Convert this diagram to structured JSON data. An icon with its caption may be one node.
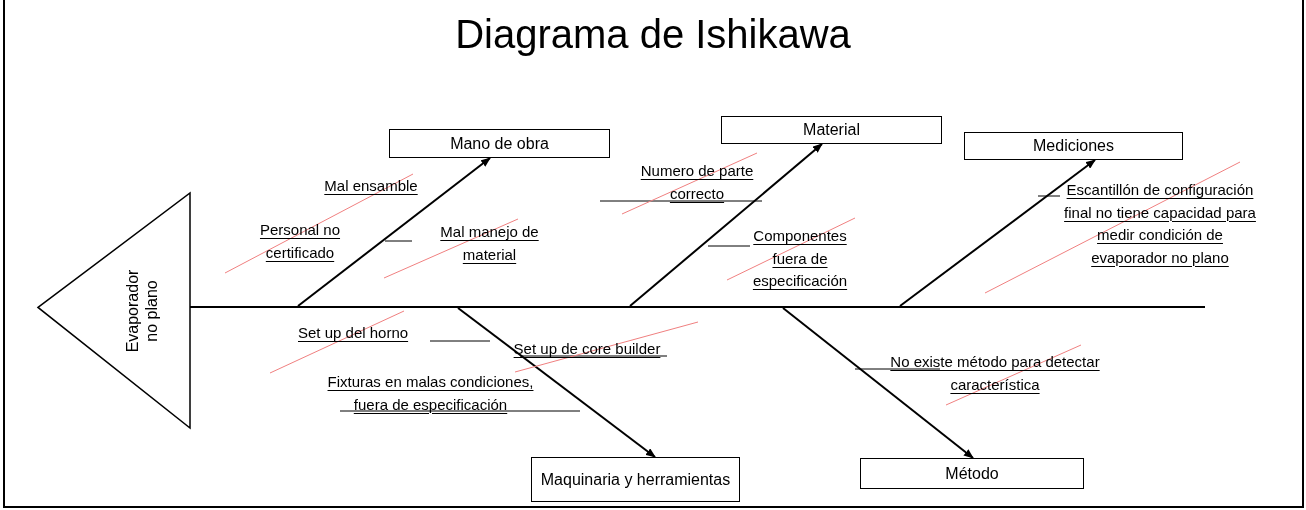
{
  "diagram": {
    "title": "Diagrama de Ishikawa",
    "nodes": [
      {
        "text": [
          "Evaporador no plano"
        ]
      },
      {
        "text": [
          "Mano de obra"
        ]
      },
      {
        "text": [
          "Material"
        ]
      },
      {
        "text": [
          "Mediciones"
        ]
      },
      {
        "text": [
          "Maquinaria y herramientas"
        ]
      },
      {
        "text": [
          "Método"
        ]
      }
    ],
    "edges": [
      {
        "from": 0,
        "to": null,
        "arrow": "none"
      },
      {
        "from": null,
        "to": 1,
        "arrow": "to"
      },
      {
        "from": null,
        "to": 2,
        "arrow": "to"
      },
      {
        "from": null,
        "to": 3,
        "arrow": "to"
      },
      {
        "from": null,
        "to": 4,
        "arrow": "to"
      },
      {
        "from": null,
        "to": 5,
        "arrow": "to"
      }
    ],
    "labels": [
      "Mal ensamble",
      "Numero de parte correcto",
      "Escantillón de configuración final no tiene capacidad para medir condición de evaporador no plano",
      "Personal no certificado",
      "Mal manejo de material",
      "Componentes fuera de especificación",
      "Set up del horno",
      "Set up de core builder",
      "No existe método para detectar característica",
      "Fixturas en malas condiciones, fuera de especificación"
    ]
  }
}
